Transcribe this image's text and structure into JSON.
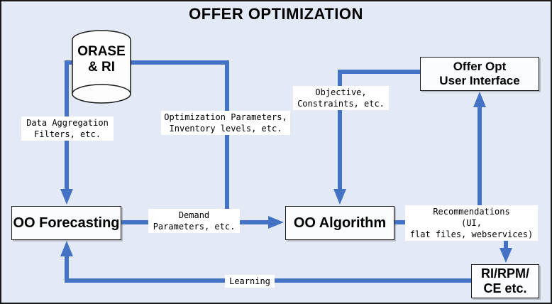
{
  "title": "OFFER OPTIMIZATION",
  "colors": {
    "background": "#e4eaf5",
    "arrow_blue": "#4472c4",
    "box_fill": "#fafcfe",
    "box_border": "#1a1a1a",
    "label_background": "#ffffff",
    "text": "#000000"
  },
  "nodes": {
    "orase": {
      "shape": "cylinder",
      "line1": "ORASE",
      "line2": "& RI"
    },
    "forecasting": {
      "label": "OO Forecasting"
    },
    "algorithm": {
      "label": "OO Algorithm"
    },
    "user_interface": {
      "line1": "Offer Opt",
      "line2": "User Interface"
    },
    "ri_rpm": {
      "line1": "RI/RPM/",
      "line2": "CE etc."
    }
  },
  "edge_labels": {
    "data_aggregation": {
      "line1": "Data Aggregation",
      "line2": "Filters, etc."
    },
    "optimization_params": {
      "line1": "Optimization Parameters,",
      "line2": "Inventory levels, etc."
    },
    "objective": {
      "line1": "Objective,",
      "line2": "Constraints, etc."
    },
    "demand": {
      "line1": "Demand",
      "line2": "Parameters, etc."
    },
    "recommendations": {
      "line1": "Recommendations",
      "line2": "(UI,",
      "line3": "flat files, webservices)"
    },
    "learning": {
      "label": "Learning"
    }
  },
  "edges": [
    {
      "from": "orase",
      "to": "forecasting",
      "label": "data_aggregation"
    },
    {
      "from": "orase",
      "to": "algorithm",
      "label": "optimization_params"
    },
    {
      "from": "forecasting",
      "to": "algorithm",
      "label": "demand"
    },
    {
      "from": "user_interface",
      "to": "algorithm",
      "label": "objective"
    },
    {
      "from": "algorithm",
      "to": "user_interface",
      "label": "recommendations"
    },
    {
      "from": "algorithm",
      "to": "ri_rpm",
      "label": "recommendations"
    },
    {
      "from": "ri_rpm",
      "to": "forecasting",
      "label": "learning"
    }
  ]
}
